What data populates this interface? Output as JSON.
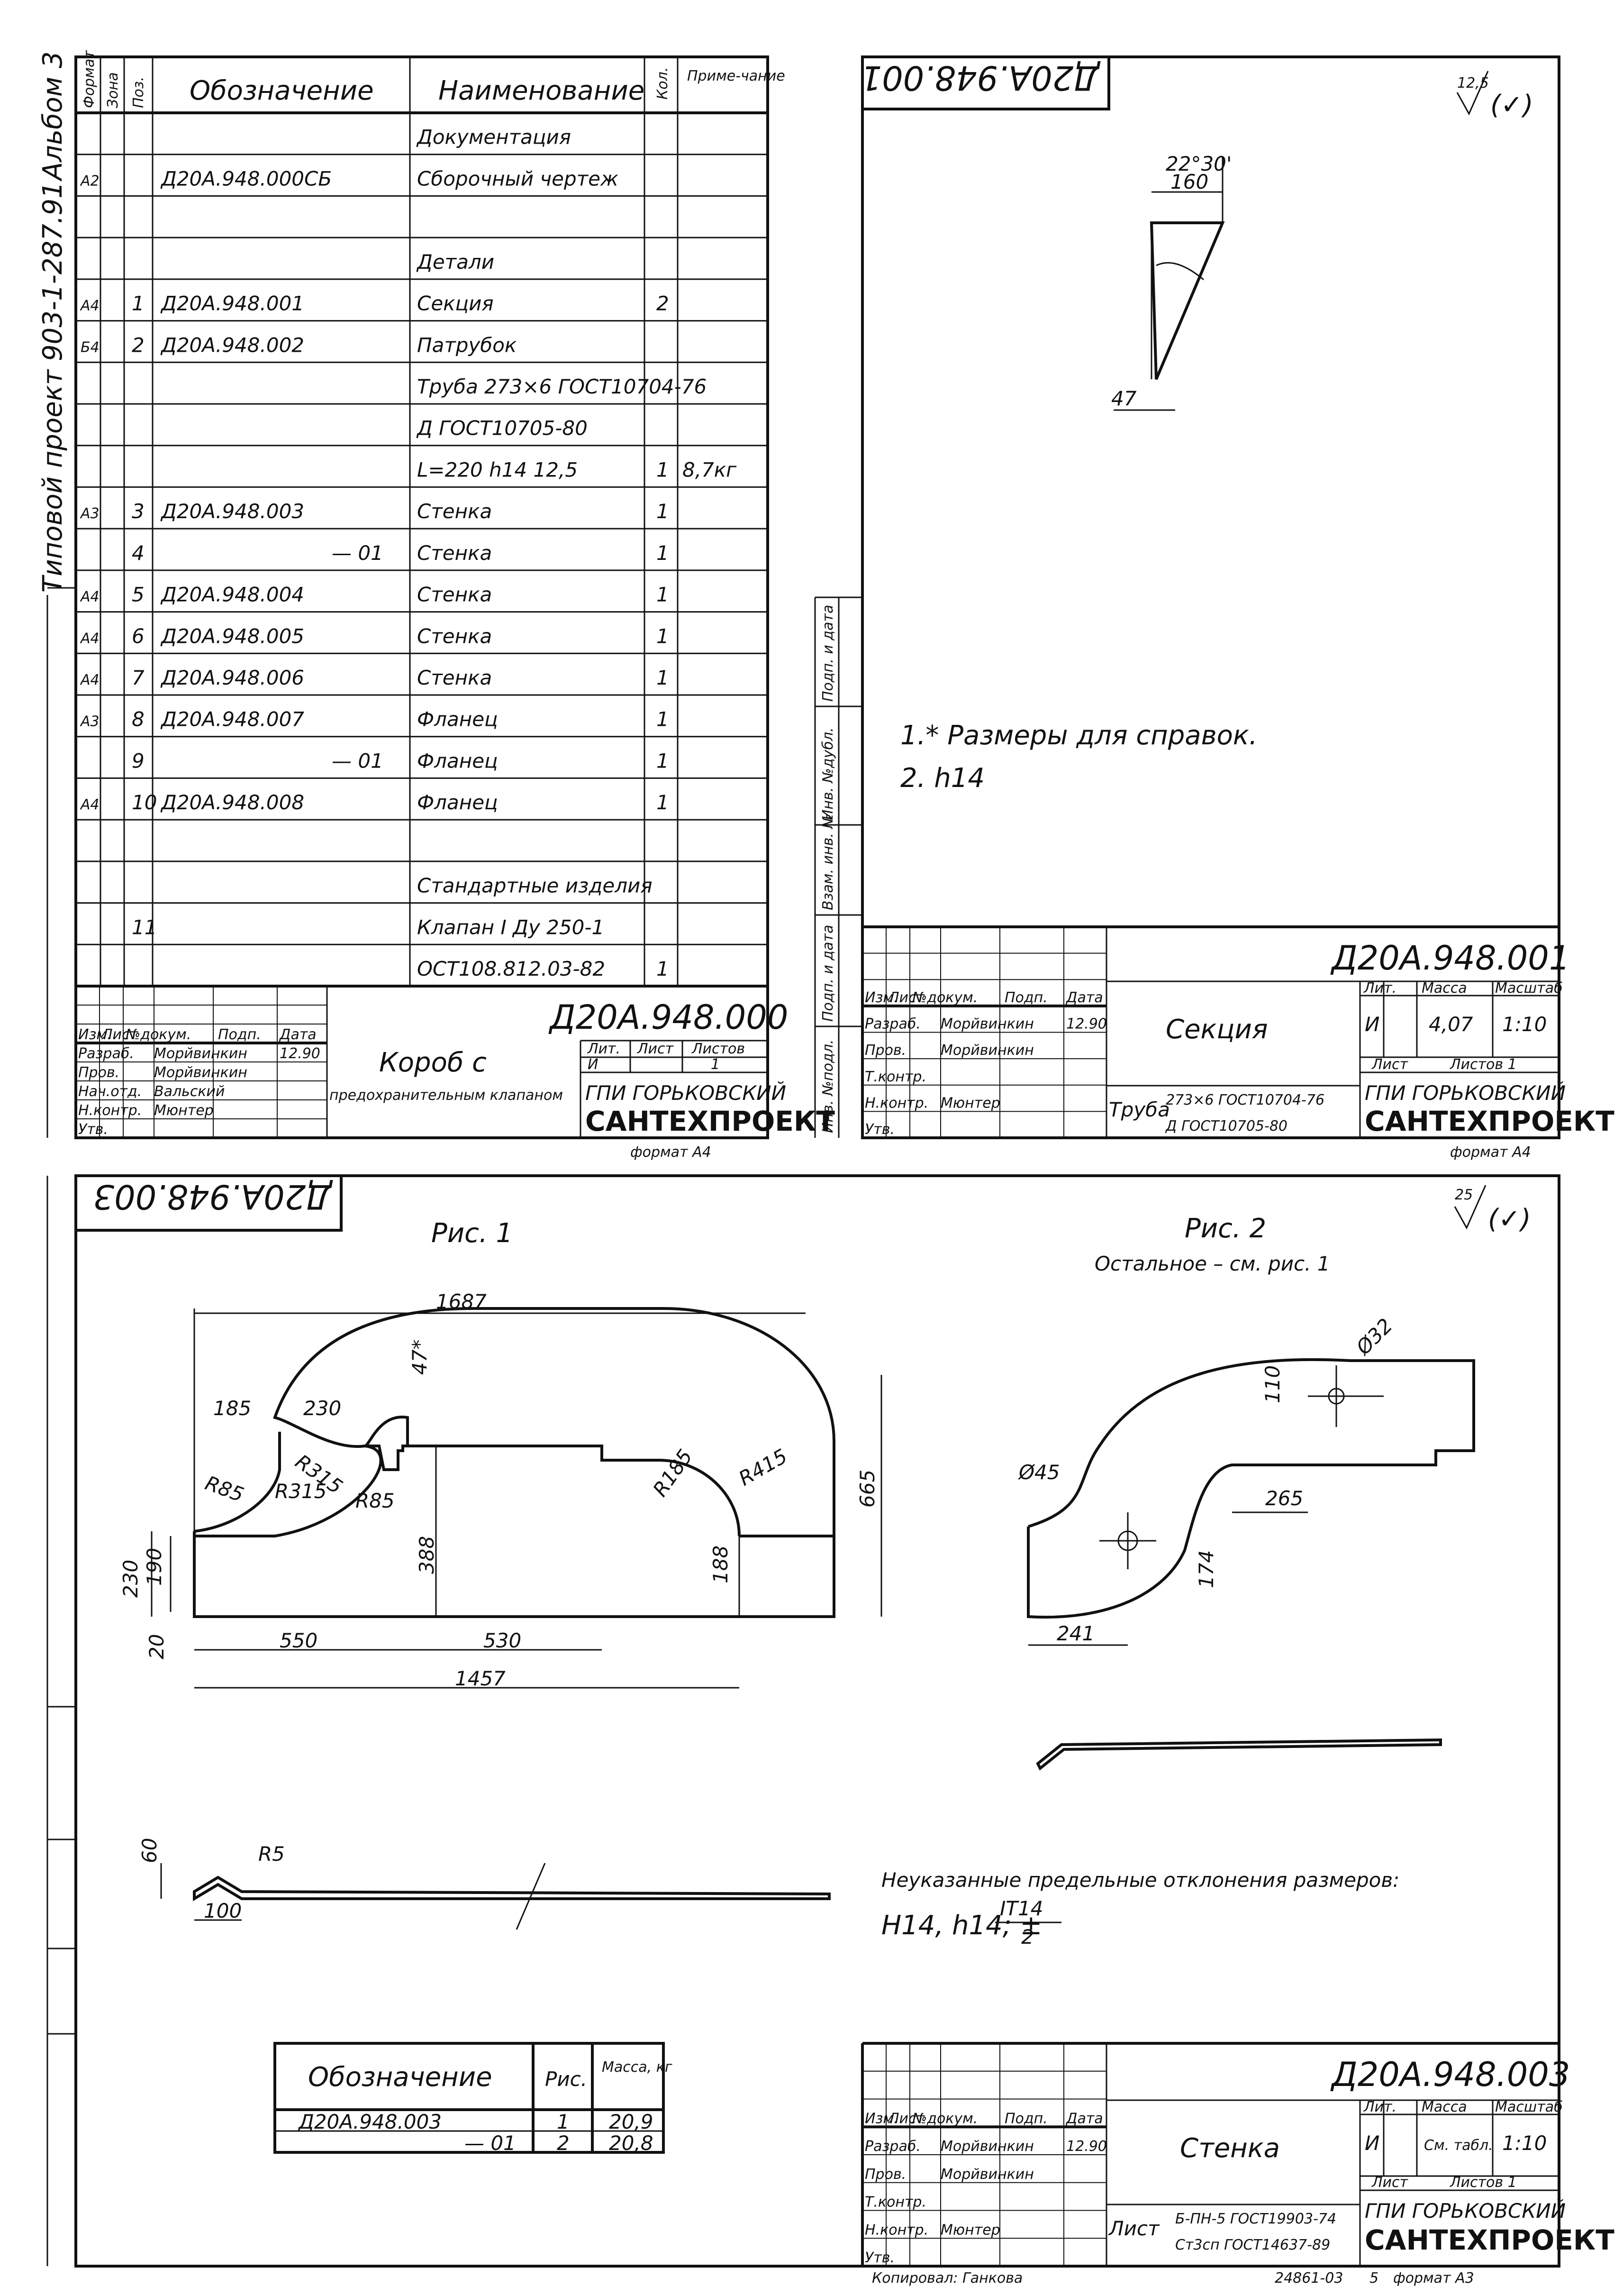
{
  "spec": {
    "side_label": "Типовой проект 903-1-287.91",
    "album": "Альбом 3",
    "headers": {
      "format": "Формат",
      "zone": "Зона",
      "pos": "Поз.",
      "designation": "Обозначение",
      "name": "Наименование",
      "qty": "Кол.",
      "note": "Приме-чание"
    },
    "rows": [
      {
        "format": "",
        "pos": "",
        "designation": "",
        "name": "Документация",
        "qty": "",
        "note": ""
      },
      {
        "format": "А2",
        "pos": "",
        "designation": "Д20А.948.000СБ",
        "name": "Сборочный чертеж",
        "qty": "",
        "note": ""
      },
      {
        "format": "",
        "pos": "",
        "designation": "",
        "name": "",
        "qty": "",
        "note": ""
      },
      {
        "format": "",
        "pos": "",
        "designation": "",
        "name": "Детали",
        "qty": "",
        "note": ""
      },
      {
        "format": "А4",
        "pos": "1",
        "designation": "Д20А.948.001",
        "name": "Секция",
        "qty": "2",
        "note": ""
      },
      {
        "format": "Б4",
        "pos": "2",
        "designation": "Д20А.948.002",
        "name": "Патрубок",
        "qty": "",
        "note": ""
      },
      {
        "format": "",
        "pos": "",
        "designation": "",
        "name": "Труба 273×6 ГОСТ10704-76",
        "qty": "",
        "note": ""
      },
      {
        "format": "",
        "pos": "",
        "designation": "",
        "name": "Д   ГОСТ10705-80",
        "qty": "",
        "note": ""
      },
      {
        "format": "",
        "pos": "",
        "designation": "",
        "name": "L=220 h14 12,5",
        "qty": "1",
        "note": "8,7кг"
      },
      {
        "format": "А3",
        "pos": "3",
        "designation": "Д20А.948.003",
        "name": "Стенка",
        "qty": "1",
        "note": ""
      },
      {
        "format": "",
        "pos": "4",
        "designation": "— 01",
        "name": "Стенка",
        "qty": "1",
        "note": ""
      },
      {
        "format": "А4",
        "pos": "5",
        "designation": "Д20А.948.004",
        "name": "Стенка",
        "qty": "1",
        "note": ""
      },
      {
        "format": "А4",
        "pos": "6",
        "designation": "Д20А.948.005",
        "name": "Стенка",
        "qty": "1",
        "note": ""
      },
      {
        "format": "А4",
        "pos": "7",
        "designation": "Д20А.948.006",
        "name": "Стенка",
        "qty": "1",
        "note": ""
      },
      {
        "format": "А3",
        "pos": "8",
        "designation": "Д20А.948.007",
        "name": "Фланец",
        "qty": "1",
        "note": ""
      },
      {
        "format": "",
        "pos": "9",
        "designation": "— 01",
        "name": "Фланец",
        "qty": "1",
        "note": ""
      },
      {
        "format": "А4",
        "pos": "10",
        "designation": "Д20А.948.008",
        "name": "Фланец",
        "qty": "1",
        "note": ""
      },
      {
        "format": "",
        "pos": "",
        "designation": "",
        "name": "",
        "qty": "",
        "note": ""
      },
      {
        "format": "",
        "pos": "",
        "designation": "",
        "name": "Стандартные изделия",
        "qty": "",
        "note": ""
      },
      {
        "format": "",
        "pos": "11",
        "designation": "",
        "name": "Клапан I Ду 250-1",
        "qty": "",
        "note": ""
      },
      {
        "format": "",
        "pos": "",
        "designation": "",
        "name": "ОСТ108.812.03-82",
        "qty": "1",
        "note": ""
      }
    ],
    "title_block": {
      "code": "Д20А.948.000",
      "name_line1": "Короб с",
      "name_line2": "предохранительным клапаном",
      "lit": "Лит.",
      "sheet": "Лист",
      "sheets": "Листов",
      "lit_value": "И",
      "sheets_value": "1",
      "org1": "ГПИ ГОРЬКОВСКИЙ",
      "org2": "САНТЕХПРОЕКТ",
      "format": "формат А4",
      "roles": [
        "Изм.",
        "Лист",
        "№докум.",
        "Подп.",
        "Дата"
      ],
      "people": [
        {
          "role": "Разраб.",
          "name": "Морйвинкин",
          "date": "12.90"
        },
        {
          "role": "Пров.",
          "name": "Морйвинкин",
          "date": ""
        },
        {
          "role": "Нач.отд.",
          "name": "Вальский",
          "date": ""
        },
        {
          "role": "Н.контр.",
          "name": "Мюнтер",
          "date": ""
        },
        {
          "role": "Утв.",
          "name": "",
          "date": ""
        }
      ]
    }
  },
  "section": {
    "stamp": "Д20А.948.001",
    "roughness": "12,5",
    "dims": {
      "angle": "22°30'",
      "w": "160",
      "h": "47"
    },
    "notes": [
      "1.* Размеры для справок.",
      "2. h14"
    ],
    "side_cols": [
      "Подп. и дата",
      "Инв. №дубл.",
      "Взам. инв. №",
      "Подп. и дата",
      "Инв. №подл."
    ],
    "title_block": {
      "code": "Д20А.948.001",
      "name": "Секция",
      "lit": "Лит.",
      "mass": "Масса",
      "scale": "Масштаб",
      "lit_value": "И",
      "mass_value": "4,07",
      "scale_value": "1:10",
      "sheet": "Лист",
      "sheets": "Листов 1",
      "material_label": "Труба",
      "material_line1": "273×6 ГОСТ10704-76",
      "material_line2": "Д   ГОСТ10705-80",
      "org1": "ГПИ ГОРЬКОВСКИЙ",
      "org2": "САНТЕХПРОЕКТ",
      "format": "формат А4",
      "people": [
        {
          "role": "Разраб.",
          "name": "Морйвинкин",
          "date": "12.90"
        },
        {
          "role": "Пров.",
          "name": "Морйвинкин",
          "date": ""
        },
        {
          "role": "Т.контр.",
          "name": "",
          "date": ""
        },
        {
          "role": "Н.контр.",
          "name": "Мюнтер",
          "date": ""
        },
        {
          "role": "Утв.",
          "name": "",
          "date": ""
        }
      ]
    }
  },
  "wall": {
    "stamp": "Д20А.948.003",
    "roughness": "25",
    "fig1": "Рис. 1",
    "fig2": "Рис. 2",
    "fig2_sub": "Остальное – см. рис. 1",
    "dims1": [
      "1687",
      "185",
      "230",
      "47*",
      "R315",
      "R315",
      "R85",
      "R85",
      "R185",
      "R415",
      "665",
      "388",
      "188",
      "230",
      "190",
      "20",
      "550",
      "530",
      "1457"
    ],
    "dims2": [
      "Ø32",
      "110",
      "Ø45",
      "265",
      "174",
      "241"
    ],
    "dims3": [
      "60",
      "R5",
      "100"
    ],
    "tolerance_title": "Неуказанные предельные отклонения размеров:",
    "tolerance_formula": "H14, h14; ±",
    "tolerance_num": "IT14",
    "tolerance_den": "2",
    "variants": {
      "headers": [
        "Обозначение",
        "Рис.",
        "Масса, кг"
      ],
      "rows": [
        [
          "Д20А.948.003",
          "1",
          "20,9"
        ],
        [
          "— 01",
          "2",
          "20,8"
        ]
      ]
    },
    "title_block": {
      "code": "Д20А.948.003",
      "name": "Стенка",
      "lit_value": "И",
      "mass_value": "См. табл.",
      "scale_value": "1:10",
      "sheet": "Лист",
      "sheets": "Листов 1",
      "material_label": "Лист",
      "material_line1": "Б-ПН-5 ГОСТ19903-74",
      "material_line2": "Ст3сп ГОСТ14637-89",
      "org1": "ГПИ ГОРЬКОВСКИЙ",
      "org2": "САНТЕХПРОЕКТ",
      "people": [
        {
          "role": "Разраб.",
          "name": "Морйвинкин",
          "date": "12.90"
        },
        {
          "role": "Пров.",
          "name": "Морйвинкин",
          "date": ""
        },
        {
          "role": "Т.контр.",
          "name": "",
          "date": ""
        },
        {
          "role": "Н.контр.",
          "name": "Мюнтер",
          "date": ""
        },
        {
          "role": "Утв.",
          "name": "",
          "date": ""
        }
      ]
    },
    "footer_copy": "Копировал: Ганкова",
    "footer_num": "24861-03",
    "footer_sheet": "5",
    "footer_format": "формат А3"
  }
}
